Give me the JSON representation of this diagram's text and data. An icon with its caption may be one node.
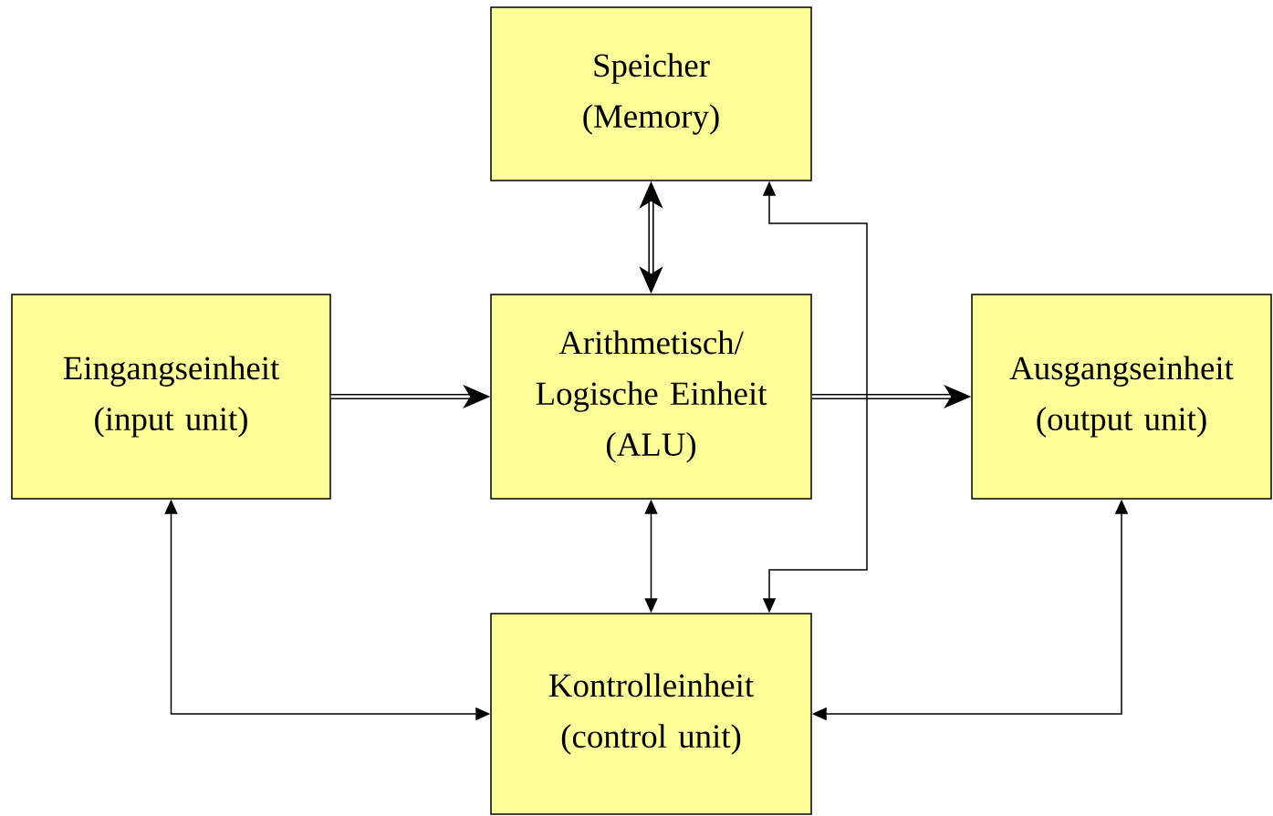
{
  "diagram": {
    "nodes": [
      {
        "text": [
          "Speicher",
          "(Memory)"
        ]
      },
      {
        "text": [
          "Eingangseinheit",
          "(input unit)"
        ]
      },
      {
        "text": [
          "Arithmetisch/ Logische Einheit",
          "(ALU)"
        ]
      },
      {
        "text": [
          "Ausgangseinheit",
          "(output unit)"
        ]
      },
      {
        "text": [
          "Kontrolleinheit",
          "(control unit)"
        ]
      }
    ],
    "edges": [
      {
        "from": 0,
        "to": 2,
        "arrow": "both",
        "style": "thick"
      },
      {
        "from": 1,
        "to": 2,
        "arrow": "to",
        "style": "thick"
      },
      {
        "from": 2,
        "to": 3,
        "arrow": "to",
        "style": "thick"
      },
      {
        "from": 2,
        "to": 4,
        "arrow": "both"
      },
      {
        "from": 0,
        "to": 4,
        "arrow": "both"
      },
      {
        "from": 1,
        "to": 4,
        "arrow": "both"
      },
      {
        "from": 3,
        "to": 4,
        "arrow": "both"
      }
    ]
  }
}
